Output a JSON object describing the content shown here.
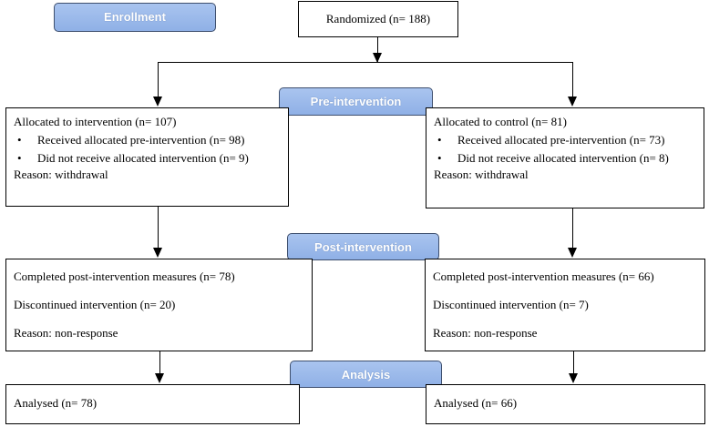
{
  "stages": {
    "enrollment": "Enrollment",
    "pre_intervention": "Pre-intervention",
    "post_intervention": "Post-intervention",
    "analysis": "Analysis"
  },
  "randomized": "Randomized (n= 188)",
  "intervention": {
    "allocated": "Allocated to intervention (n= 107)",
    "bullets": [
      "Received allocated pre-intervention (n= 98)",
      "Did not receive allocated intervention (n= 9)"
    ],
    "reason": "Reason: withdrawal",
    "post_completed": "Completed post-intervention measures (n= 78)",
    "post_discontinued": "Discontinued intervention (n= 20)",
    "post_reason": "Reason: non-response",
    "analysed": "Analysed  (n= 78)"
  },
  "control": {
    "allocated": "Allocated to control (n= 81)",
    "bullets": [
      "Received allocated pre-intervention (n= 73)",
      "Did not receive allocated intervention (n= 8)"
    ],
    "reason": "Reason: withdrawal",
    "post_completed": "Completed post-intervention measures (n= 66)",
    "post_discontinued": "Discontinued intervention (n= 7)",
    "post_reason": "Reason: non-response",
    "analysed": "Analysed  (n= 66)"
  },
  "bullet_glyph": "•"
}
